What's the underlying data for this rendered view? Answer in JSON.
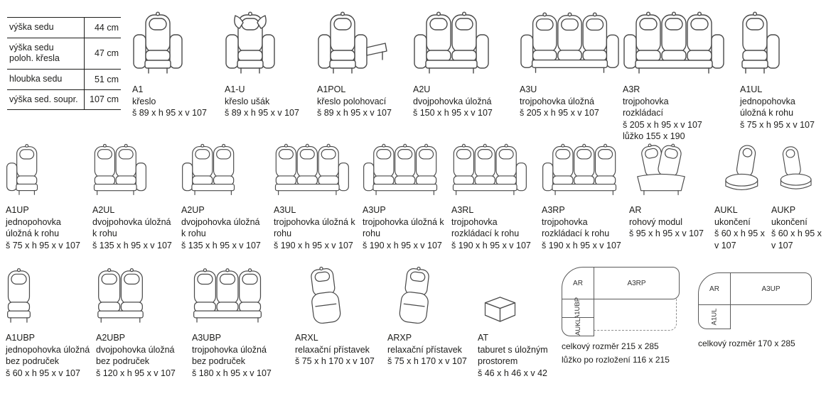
{
  "specs": {
    "rows": [
      {
        "label": "výška sedu",
        "value": "44 cm"
      },
      {
        "label": "výška sedu poloh. křesla",
        "value": "47 cm"
      },
      {
        "label": "hloubka sedu",
        "value": "51 cm"
      },
      {
        "label": "výška sed. soupr.",
        "value": "107 cm"
      }
    ]
  },
  "catalog_rows": [
    {
      "items": [
        {
          "code": "A1",
          "name": "křeslo",
          "dims": "š 89 x h 95 x v 107",
          "sketch": "armchair"
        },
        {
          "code": "A1-U",
          "name": "křeslo ušák",
          "dims": "š 89 x h 95 x v 107",
          "sketch": "wing-chair"
        },
        {
          "code": "A1POL",
          "name": "křeslo polohovací",
          "dims": "š 89 x h 95 x v 107",
          "sketch": "reclining-armchair"
        },
        {
          "code": "A2U",
          "name": "dvojpohovka úložná",
          "dims": "š 150 x h 95 x v 107",
          "sketch": "storage-sofa-2"
        },
        {
          "code": "A3U",
          "name": "trojpohovka úložná",
          "dims": "š 205 x h 95 x v 107",
          "sketch": "storage-sofa-3"
        },
        {
          "code": "A3R",
          "name": "trojpohovka rozkládací",
          "dims": "š 205 x h 95 x v 107",
          "extra": "lůžko 155 x 190",
          "sketch": "folding-sofa-3"
        },
        {
          "code": "A1UL",
          "name": "jednopohovka úložná k rohu",
          "dims": "š 75 x h 95 x v 107",
          "sketch": "seat-1-arm-right"
        }
      ]
    },
    {
      "items": [
        {
          "code": "A1UP",
          "name": "jednopohovka úložná k rohu",
          "dims": "š 75 x h 95 x v 107",
          "sketch": "seat-1-arm-left"
        },
        {
          "code": "A2UL",
          "name": "dvojpohovka úložná k rohu",
          "dims": "š 135 x h 95 x v 107",
          "sketch": "sofa-2-arm-right"
        },
        {
          "code": "A2UP",
          "name": "dvojpohovka úložná k rohu",
          "dims": "š 135 x h 95 x v 107",
          "sketch": "sofa-2-arm-left"
        },
        {
          "code": "A3UL",
          "name": "trojpohovka úložná k rohu",
          "dims": "š 190 x h 95 x v 107",
          "sketch": "sofa-3-arm-right"
        },
        {
          "code": "A3UP",
          "name": "trojpohovka úložná k rohu",
          "dims": "š 190 x h 95 x v 107",
          "sketch": "sofa-3-arm-left"
        },
        {
          "code": "A3RL",
          "name": "trojpohovka rozkládací k rohu",
          "dims": "š 190 x h 95 x v 107",
          "sketch": "folding-sofa-3-arm-right"
        },
        {
          "code": "A3RP",
          "name": "trojpohovka rozkládací k rohu",
          "dims": "š 190 x h 95 x v 107",
          "sketch": "folding-sofa-3-arm-left"
        },
        {
          "code": "AR",
          "name": "rohový modul",
          "dims": "š 95 x h 95 x v 107",
          "sketch": "corner-module"
        },
        {
          "code": "AUKL",
          "name": "ukončení",
          "dims": "š 60 x h 95 x v 107",
          "sketch": "end-unit-left"
        },
        {
          "code": "AUKP",
          "name": "ukončení",
          "dims": "š 60 x h 95 x v 107",
          "sketch": "end-unit-right"
        }
      ]
    },
    {
      "items": [
        {
          "code": "A1UBP",
          "name": "jednopohovka úložná bez područek",
          "dims": "š 60 x h 95 x v 107",
          "sketch": "seat-1-armless"
        },
        {
          "code": "A2UBP",
          "name": "dvojpohovka úložná bez područek",
          "dims": "š 120 x h 95 x v 107",
          "sketch": "sofa-2-armless"
        },
        {
          "code": "A3UBP",
          "name": "trojpohovka úložná bez područek",
          "dims": "š 180 x h 95 x v 107",
          "sketch": "sofa-3-armless"
        },
        {
          "code": "ARXL",
          "name": "relaxační přístavek",
          "dims": "š 75 x h 170 x v 107",
          "sketch": "chaise-left"
        },
        {
          "code": "ARXP",
          "name": "relaxační přístavek",
          "dims": "š 75 x h 170 x v 107",
          "sketch": "chaise-right"
        },
        {
          "code": "AT",
          "name": "taburet s úložným prostorem",
          "dims": "š 46 x h 46 x v 42",
          "sketch": "ottoman"
        }
      ]
    }
  ],
  "configs": [
    {
      "modules": {
        "corner": "AR",
        "sofa": "A3RP",
        "seat": "A1UBP",
        "end": "AUKL"
      },
      "size_caption": "celkový rozměr 215 x 285",
      "bed_caption": "lůžko po rozložení 116 x 215"
    },
    {
      "modules": {
        "corner": "AR",
        "sofa": "A3UP",
        "seat": "A1UL"
      },
      "size_caption": "celkový rozměr 170 x 285"
    }
  ],
  "colors": {
    "line_art": "#4a4a4a",
    "text": "#1d1d1b",
    "plan_outline": "#5a5a5a"
  }
}
